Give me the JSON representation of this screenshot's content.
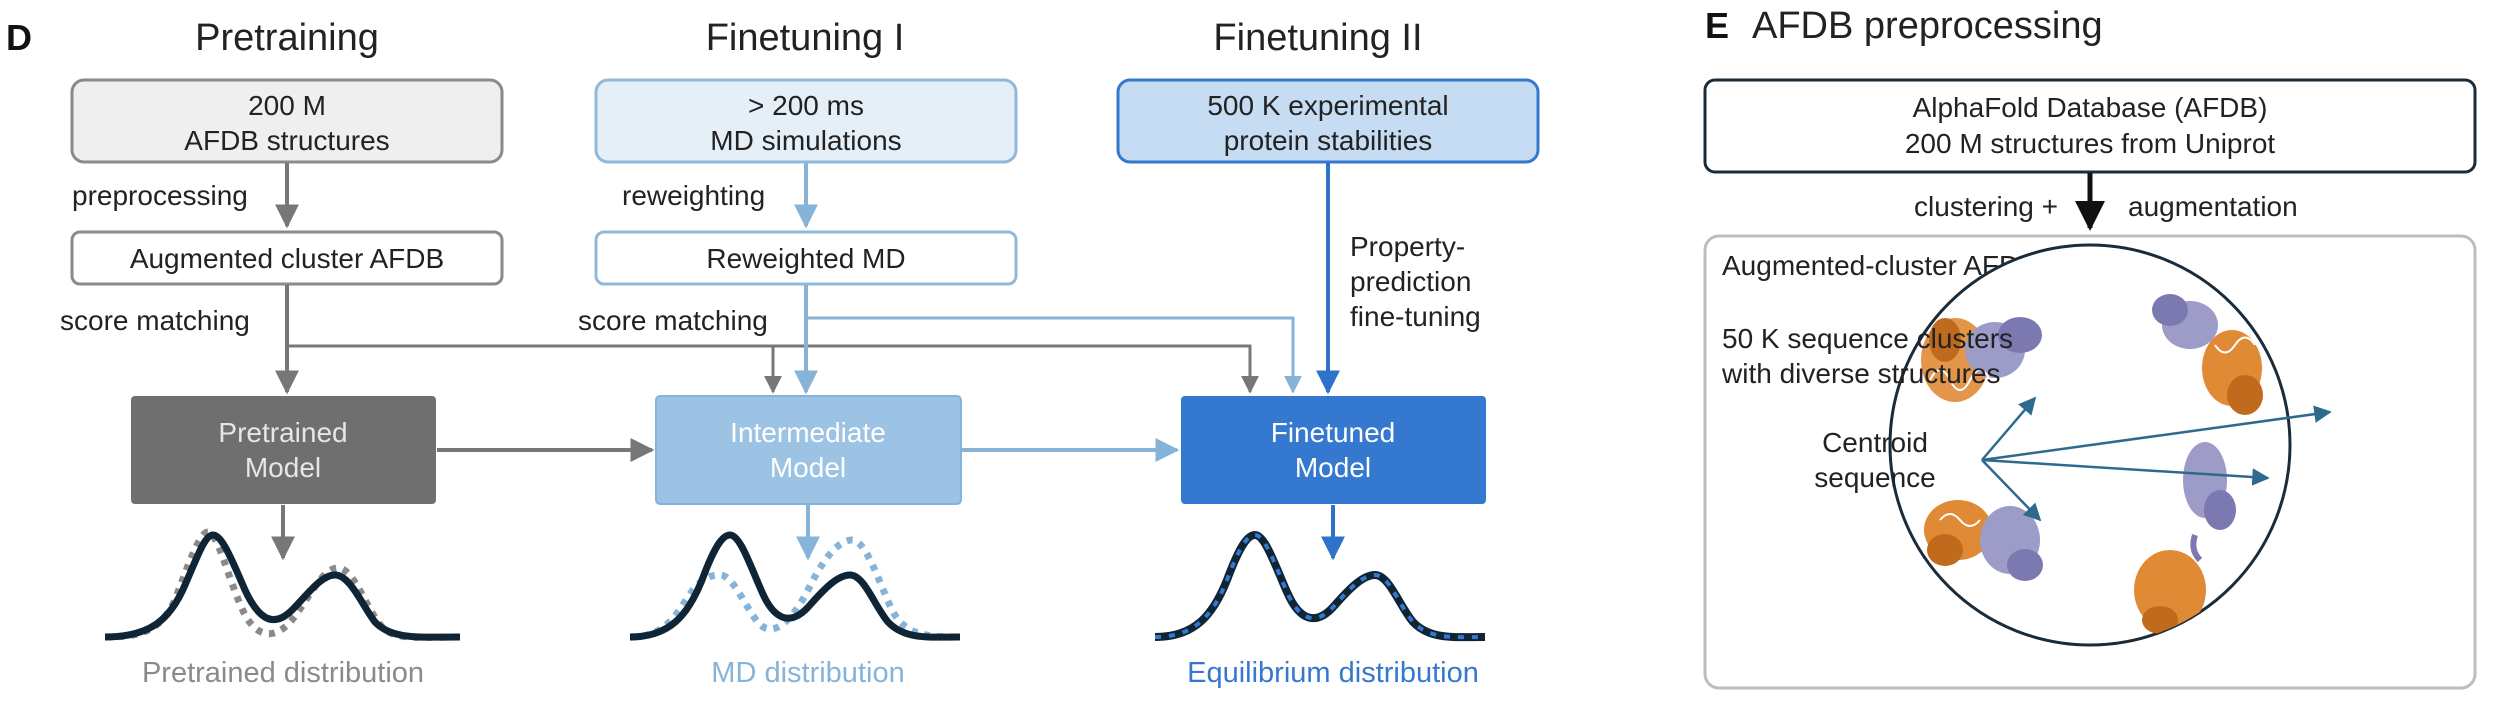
{
  "panel_d": {
    "letter": "D",
    "columns": {
      "pretraining": "Pretraining",
      "finetuning1": "Finetuning I",
      "finetuning2": "Finetuning II"
    },
    "sources": {
      "afdb_line1": "200 M",
      "afdb_line2": "AFDB structures",
      "md_line1": "> 200 ms",
      "md_line2": "MD simulations",
      "exp_line1": "500 K experimental",
      "exp_line2": "protein stabilities"
    },
    "steps": {
      "preprocessing": "preprocessing",
      "reweighting": "reweighting",
      "augmented_cluster": "Augmented cluster AFDB",
      "reweighted_md": "Reweighted MD",
      "score_matching_1": "score matching",
      "score_matching_2": "score matching",
      "property_line1": "Property-",
      "property_line2": "prediction",
      "property_line3": "fine-tuning"
    },
    "models": {
      "pretrained_line1": "Pretrained",
      "pretrained_line2": "Model",
      "intermediate_line1": "Intermediate",
      "intermediate_line2": "Model",
      "finetuned_line1": "Finetuned",
      "finetuned_line2": "Model"
    },
    "distributions": {
      "pretrained": "Pretrained distribution",
      "md": "MD distribution",
      "equilibrium": "Equilibrium distribution"
    }
  },
  "panel_e": {
    "letter": "E",
    "title": "AFDB preprocessing",
    "db_line1": "AlphaFold Database (AFDB)",
    "db_line2": "200 M structures from Uniprot",
    "clustering": "clustering +",
    "augmentation": "augmentation",
    "box_title": "Augmented-cluster AFDB",
    "clusters_line1": "50 K sequence clusters",
    "clusters_line2": "with diverse structures",
    "centroid_line1": "Centroid",
    "centroid_line2": "sequence"
  },
  "colors": {
    "gray_dark": "#6f6f6f",
    "gray_box": "#ececec",
    "blue_light": "#9cc3e4",
    "blue_pale": "#ddeaf6",
    "blue_mid": "#c2d9f0",
    "blue_strong": "#3578cf",
    "curve": "#0f2535",
    "protein_orange": "#e08a35",
    "protein_purple": "#9d9bc8"
  }
}
